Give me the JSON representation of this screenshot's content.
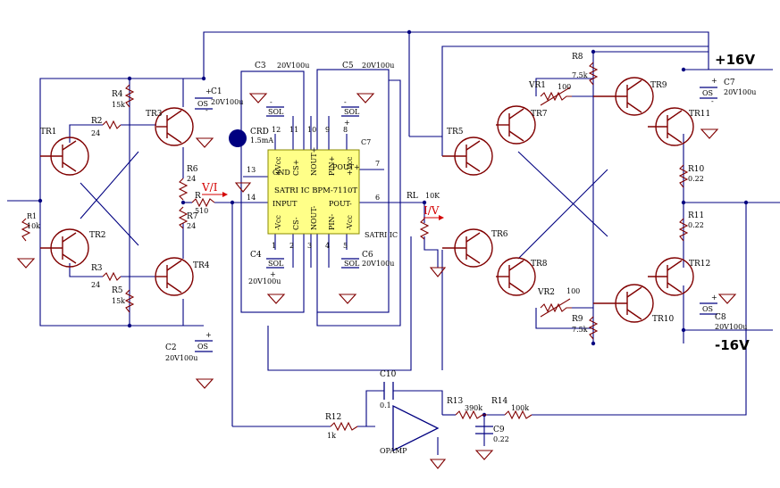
{
  "diagram": {
    "rails": {
      "positive": "+16V",
      "negative": "-16V"
    },
    "chip": {
      "title": "SATRI IC BPM-7110T",
      "sub_label": "SATRI IC",
      "pins_top": [
        {
          "num": "12",
          "name": "+Vcc"
        },
        {
          "num": "11",
          "name": "CS+"
        },
        {
          "num": "10",
          "name": "NOUT+"
        },
        {
          "num": "9",
          "name": "PIN+"
        },
        {
          "num": "8",
          "name": "+Vcc"
        }
      ],
      "pins_bottom": [
        {
          "num": "1",
          "name": "-Vcc"
        },
        {
          "num": "2",
          "name": "CS-"
        },
        {
          "num": "3",
          "name": "NOUT-"
        },
        {
          "num": "4",
          "name": "PIN-"
        },
        {
          "num": "5",
          "name": "-Vcc"
        }
      ],
      "pins_side": [
        {
          "num": "13",
          "name": "GND"
        },
        {
          "num": "14",
          "name": "INPUT"
        },
        {
          "num": "7",
          "name": "POUT+"
        },
        {
          "num": "6",
          "name": "POUT-"
        }
      ]
    },
    "resistors": [
      {
        "ref": "R1",
        "value": "10k"
      },
      {
        "ref": "R2",
        "value": "24"
      },
      {
        "ref": "R3",
        "value": "24"
      },
      {
        "ref": "R4",
        "value": "15k"
      },
      {
        "ref": "R5",
        "value": "15k"
      },
      {
        "ref": "R6",
        "value": "24"
      },
      {
        "ref": "R7",
        "value": "24"
      },
      {
        "ref": "R",
        "value": "510"
      },
      {
        "ref": "RL",
        "value": "10K"
      },
      {
        "ref": "R8",
        "value": "7.5k"
      },
      {
        "ref": "R9",
        "value": "7.5k"
      },
      {
        "ref": "R10",
        "value": "0.22"
      },
      {
        "ref": "R11",
        "value": "0.22"
      },
      {
        "ref": "R12",
        "value": "1k"
      },
      {
        "ref": "R13",
        "value": "390k"
      },
      {
        "ref": "R14",
        "value": "100k"
      },
      {
        "ref": "VR1",
        "value": "100"
      },
      {
        "ref": "VR2",
        "value": "100"
      }
    ],
    "capacitors": [
      {
        "ref": "C1",
        "value": "20V100u"
      },
      {
        "ref": "C2",
        "value": "20V100u"
      },
      {
        "ref": "C3",
        "value": "20V100u"
      },
      {
        "ref": "C4",
        "value": "20V100u"
      },
      {
        "ref": "C5",
        "value": "20V100u"
      },
      {
        "ref": "C6",
        "value": "20V100u"
      },
      {
        "ref": "C7",
        "value": "20V100u"
      },
      {
        "ref": "C8",
        "value": "20V100u"
      },
      {
        "ref": "C9",
        "value": "0.22"
      },
      {
        "ref": "C10",
        "value": "0.1"
      }
    ],
    "cap_marks": {
      "os": "OS",
      "sol": "SOL",
      "plus": "+",
      "minus": "-"
    },
    "transistors": [
      "TR1",
      "TR2",
      "TR3",
      "TR4",
      "TR5",
      "TR6",
      "TR7",
      "TR8",
      "TR9",
      "TR10",
      "TR11",
      "TR12"
    ],
    "crd": {
      "ref": "CRD",
      "value": "1.5mA"
    },
    "chip_c7": "C7",
    "opamp": "OPAMP",
    "annotations": {
      "vi": "V/I",
      "iv": "I/V"
    }
  }
}
